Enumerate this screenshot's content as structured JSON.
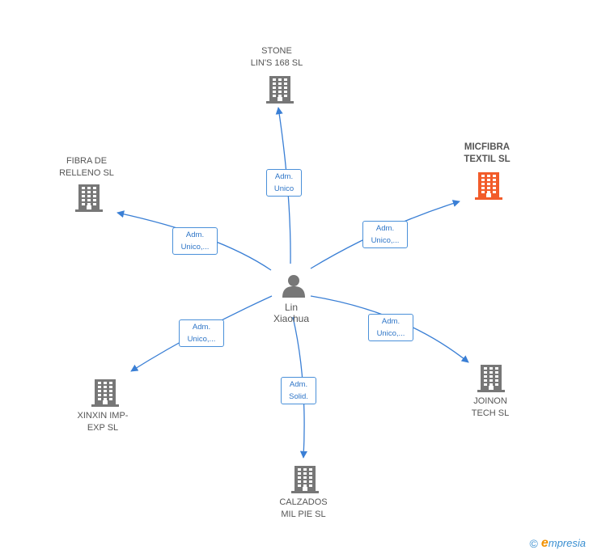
{
  "person": {
    "name": "Lin\nXiaohua",
    "icon": "person-icon"
  },
  "companies": [
    {
      "id": "stone",
      "name": "STONE\nLIN'S 168 SL",
      "icon": "building-icon",
      "color": "#777777",
      "highlight": false,
      "role": "Adm.\nUnico"
    },
    {
      "id": "micfibra",
      "name": "MICFIBRA\nTEXTIL  SL",
      "icon": "building-icon",
      "color": "#f25c2a",
      "highlight": true,
      "role": "Adm.\nUnico,..."
    },
    {
      "id": "fibra",
      "name": "FIBRA DE\nRELLENO  SL",
      "icon": "building-icon",
      "color": "#777777",
      "highlight": false,
      "role": "Adm.\nUnico,..."
    },
    {
      "id": "joinon",
      "name": "JOINON\nTECH  SL",
      "icon": "building-icon",
      "color": "#777777",
      "highlight": false,
      "role": "Adm.\nUnico,..."
    },
    {
      "id": "xinxin",
      "name": "XINXIN IMP-\nEXP SL",
      "icon": "building-icon",
      "color": "#777777",
      "highlight": false,
      "role": "Adm.\nUnico,..."
    },
    {
      "id": "calzados",
      "name": "CALZADOS\nMIL PIE SL",
      "icon": "building-icon",
      "color": "#777777",
      "highlight": false,
      "role": "Adm.\nSolid."
    }
  ],
  "footer": {
    "copyright_symbol": "©",
    "brand_first": "e",
    "brand_rest": "mpresia"
  },
  "colors": {
    "edge": "#3a7fd5",
    "building": "#777777",
    "highlight": "#f25c2a",
    "person": "#777777"
  }
}
